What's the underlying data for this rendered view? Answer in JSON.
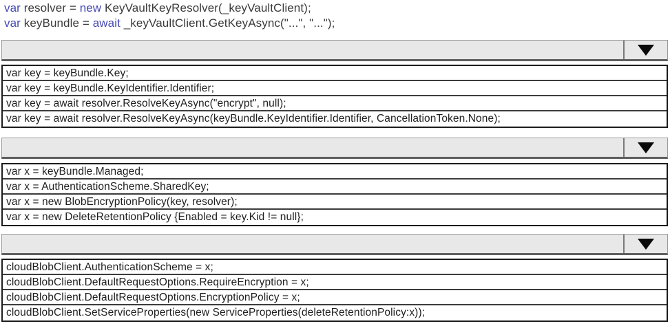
{
  "code_header": {
    "line1": {
      "kw1": "var",
      "t1": " resolver = ",
      "kw2": "new",
      "t2": " KeyVaultKeyResolver(_keyVaultClient);"
    },
    "line2": {
      "kw1": "var",
      "t1": " keyBundle = ",
      "kw2": "await",
      "t2": " _keyVaultClient.GetKeyAsync(\"...\", \"...\");"
    }
  },
  "colors": {
    "keyword_blue": "#4348b2",
    "code_text": "#3a3a3a",
    "option_text": "#1e1e1e",
    "combo_fill": "#e8e8e8",
    "combo_border": "#9a9a9a",
    "box_border": "#1c1c1c",
    "arrow_black": "#0a0a0a"
  },
  "sections": [
    {
      "dropdown": {
        "selected_value": "",
        "arrow_icon": "down-triangle"
      },
      "options": [
        "var key = keyBundle.Key;",
        "var key = keyBundle.KeyIdentifier.Identifier;",
        "var key = await resolver.ResolveKeyAsync(\"encrypt\", null);",
        "var key = await resolver.ResolveKeyAsync(keyBundle.KeyIdentifier.Identifier, CancellationToken.None);"
      ]
    },
    {
      "dropdown": {
        "selected_value": "",
        "arrow_icon": "down-triangle"
      },
      "options": [
        "var x = keyBundle.Managed;",
        "var x = AuthenticationScheme.SharedKey;",
        "var x = new BlobEncryptionPolicy(key, resolver);",
        "var x = new DeleteRetentionPolicy {Enabled = key.Kid != null};"
      ]
    },
    {
      "dropdown": {
        "selected_value": "",
        "arrow_icon": "down-triangle"
      },
      "options": [
        "cloudBlobClient.AuthenticationScheme = x;",
        "cloudBlobClient.DefaultRequestOptions.RequireEncryption = x;",
        "cloudBlobClient.DefaultRequestOptions.EncryptionPolicy = x;",
        "cloudBlobClient.SetServiceProperties(new ServiceProperties(deleteRetentionPolicy:x));"
      ]
    }
  ]
}
